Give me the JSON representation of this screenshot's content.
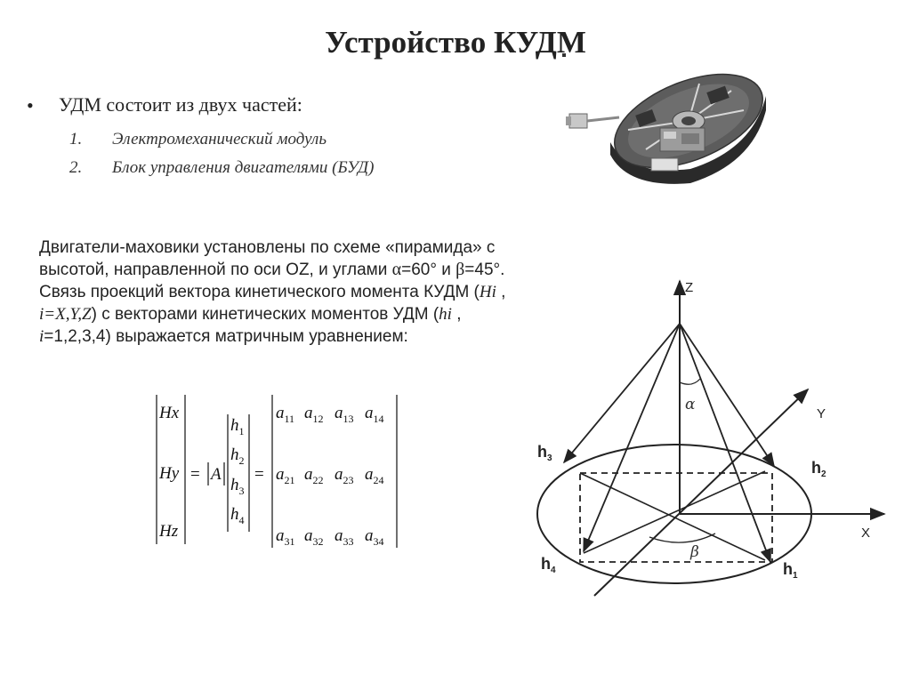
{
  "title": "Устройство КУДМ",
  "bullet": {
    "marker": "•",
    "text": "УДМ состоит из двух частей:",
    "items": [
      {
        "num": "1.",
        "text": "Электромеханический модуль"
      },
      {
        "num": "2.",
        "text": "Блок управления двигателями (БУД)"
      }
    ]
  },
  "paragraph": {
    "line1": "Двигатели-маховики установлены по схеме «пирамида» с",
    "line2a": "высотой, направленной по оси OZ, и углами ",
    "alpha": "α",
    "alpha_val": "=60° и ",
    "beta": "β",
    "beta_val": "=45°.",
    "line3a": "Связь проекций вектора кинетического момента КУДМ (",
    "Hi": "Hi",
    "line3b": " ,",
    "i_var": "i",
    "xyz": "=X,Y,Z",
    "line4a": ") с векторами кинетических моментов УДМ (",
    "hi": "hi",
    "line4b": " ,",
    "i_var2": "i",
    "line5": "=1,2,3,4) выражается матричным уравнением:"
  },
  "equation": {
    "lhs": [
      "Hx",
      "Hy",
      "Hz"
    ],
    "eq": "=",
    "A": "A",
    "h": [
      "h",
      "h",
      "h",
      "h"
    ],
    "h_sub": [
      "1",
      "2",
      "3",
      "4"
    ],
    "rows": [
      [
        {
          "b": "a",
          "s": "11"
        },
        {
          "b": "a",
          "s": "12"
        },
        {
          "b": "a",
          "s": "13"
        },
        {
          "b": "a",
          "s": "14"
        }
      ],
      [
        {
          "b": "a",
          "s": "21"
        },
        {
          "b": "a",
          "s": "22"
        },
        {
          "b": "a",
          "s": "23"
        },
        {
          "b": "a",
          "s": "24"
        }
      ],
      [
        {
          "b": "a",
          "s": "31"
        },
        {
          "b": "a",
          "s": "32"
        },
        {
          "b": "a",
          "s": "33"
        },
        {
          "b": "a",
          "s": "34"
        }
      ]
    ]
  },
  "diagram": {
    "axis_z": "Z",
    "axis_y": "Y",
    "axis_x": "X",
    "alpha": "α",
    "beta": "β",
    "h1": "h",
    "h1_sub": "1",
    "h2": "h",
    "h2_sub": "2",
    "h3": "h",
    "h3_sub": "3",
    "h4": "h",
    "h4_sub": "4"
  }
}
